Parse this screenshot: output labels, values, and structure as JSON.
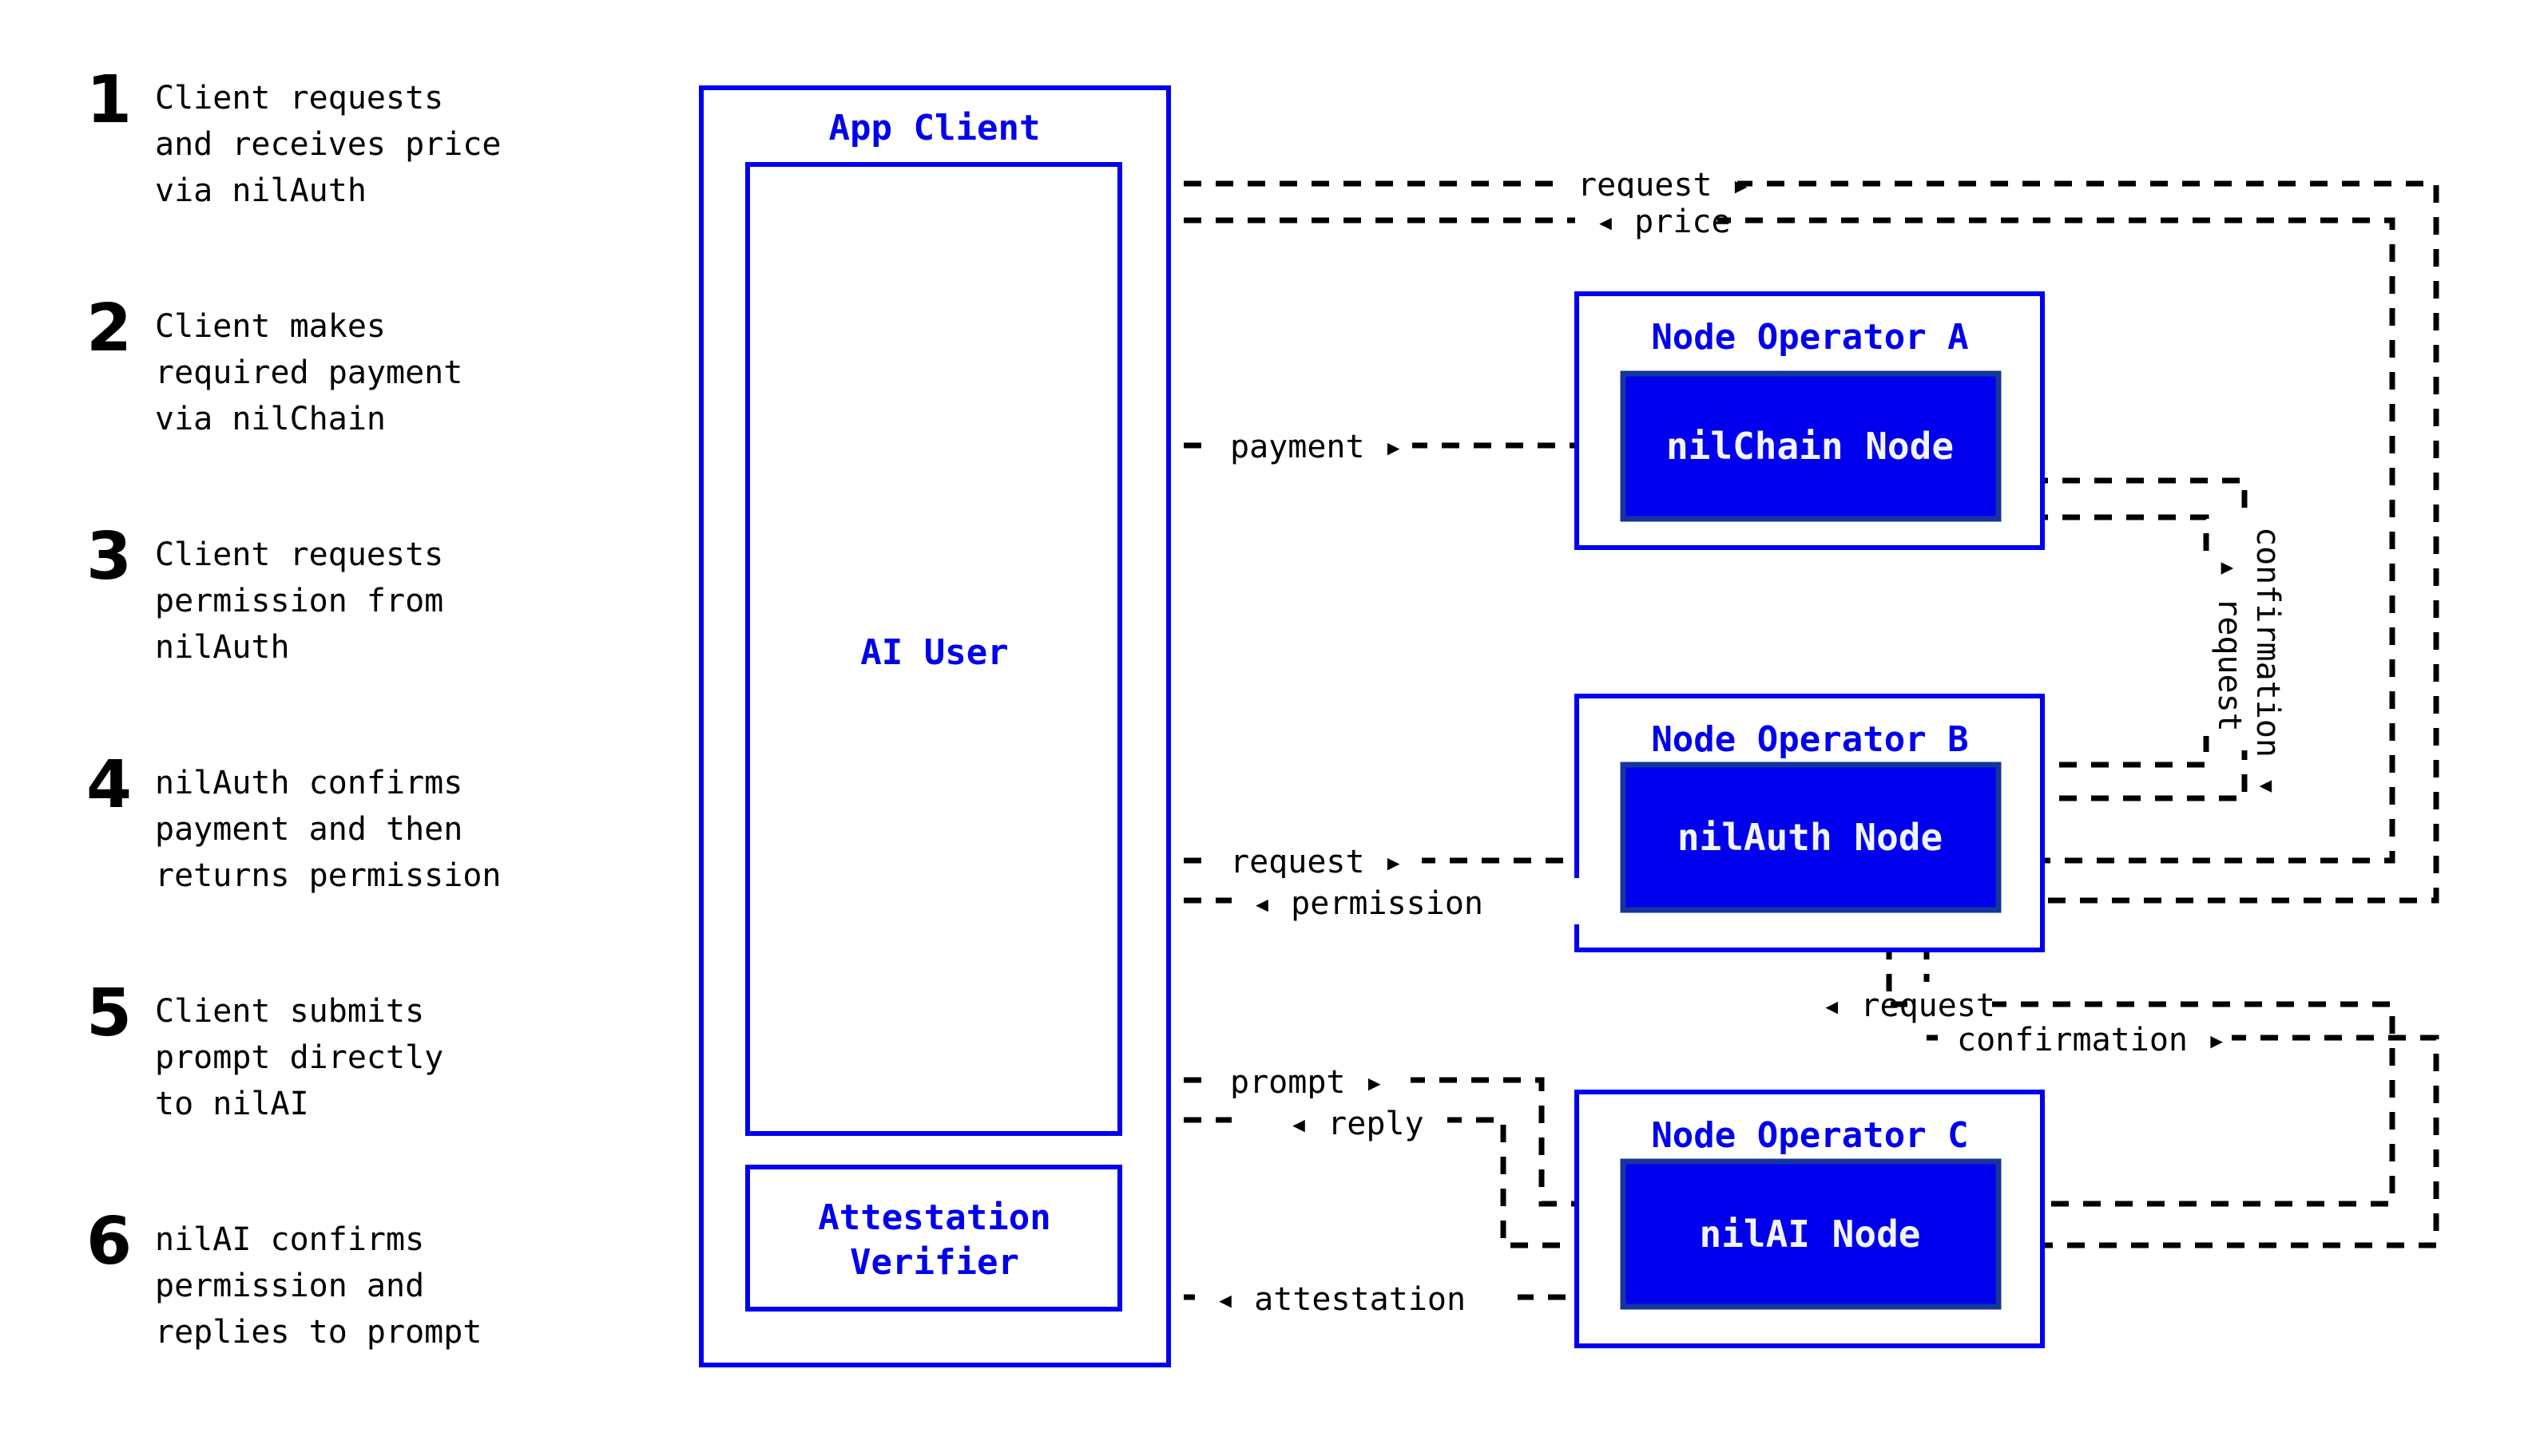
{
  "legend": {
    "steps": [
      {
        "num": "1",
        "text": "Client requests\nand receives price\nvia nilAuth"
      },
      {
        "num": "2",
        "text": "Client makes\nrequired payment\nvia nilChain"
      },
      {
        "num": "3",
        "text": "Client requests\npermission from\nnilAuth"
      },
      {
        "num": "4",
        "text": "nilAuth confirms\npayment and then\nreturns permission"
      },
      {
        "num": "5",
        "text": "Client submits\nprompt directly\nto nilAI"
      },
      {
        "num": "6",
        "text": "nilAI confirms\npermission and\nreplies to prompt"
      }
    ]
  },
  "diagram": {
    "app_client": {
      "title": "App Client",
      "ai_user": "AI User",
      "attestation_verifier_line1": "Attestation",
      "attestation_verifier_line2": "Verifier"
    },
    "operators": [
      {
        "title": "Node Operator A",
        "node": "nilChain Node"
      },
      {
        "title": "Node Operator B",
        "node": "nilAuth Node"
      },
      {
        "title": "Node Operator C",
        "node": "nilAI Node"
      }
    ],
    "edges": {
      "request_top": "request ▸",
      "price": "◂ price",
      "payment": "payment ▸",
      "confirmation_vertical": "confirmation ▾",
      "request_vertical": "▴ request",
      "request_auth": "request ▸",
      "permission": "◂ permission",
      "request_ai": "◂ request",
      "confirmation_ai": "confirmation ▸",
      "prompt": "prompt ▸",
      "reply": "◂ reply",
      "attestation": "◂ attestation"
    }
  },
  "colors": {
    "accent": "#0000ee",
    "node_fill": "#0000ee",
    "node_stroke": "#16359c",
    "line": "#000000",
    "background": "#ffffff"
  }
}
